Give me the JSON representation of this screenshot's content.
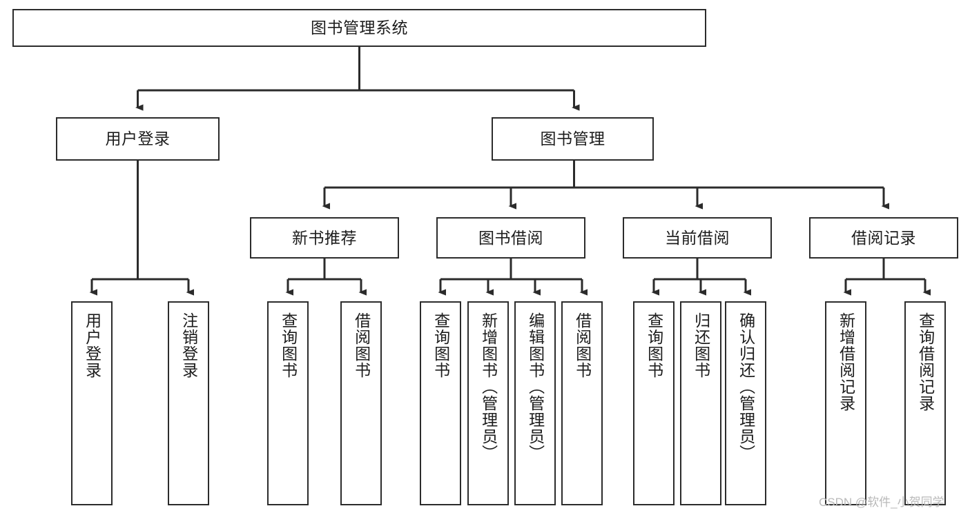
{
  "diagram": {
    "title": "图书管理系统",
    "root": {
      "label": "图书管理系统"
    },
    "level2": [
      {
        "label": "用户登录"
      },
      {
        "label": "图书管理"
      }
    ],
    "level3": [
      {
        "label": "新书推荐"
      },
      {
        "label": "图书借阅"
      },
      {
        "label": "当前借阅"
      },
      {
        "label": "借阅记录"
      }
    ],
    "leaves": {
      "user_login": [
        {
          "label": "用户登录"
        },
        {
          "label": "注销登录"
        }
      ],
      "new_book_recommend": [
        {
          "label": "查询图书"
        },
        {
          "label": "借阅图书"
        }
      ],
      "book_borrow": [
        {
          "label": "查询图书"
        },
        {
          "label": "新增图书（管理员）"
        },
        {
          "label": "编辑图书（管理员）"
        },
        {
          "label": "借阅图书"
        }
      ],
      "current_borrow": [
        {
          "label": "查询图书"
        },
        {
          "label": "归还图书"
        },
        {
          "label": "确认归还（管理员）"
        }
      ],
      "borrow_record": [
        {
          "label": "新增借阅记录"
        },
        {
          "label": "查询借阅记录"
        }
      ]
    },
    "watermark": "CSDN @软件_小贺同学",
    "colors": {
      "stroke": "#2b2b2b",
      "background": "#ffffff",
      "text": "#1c1c1c",
      "watermark": "#b9b9b9"
    }
  }
}
